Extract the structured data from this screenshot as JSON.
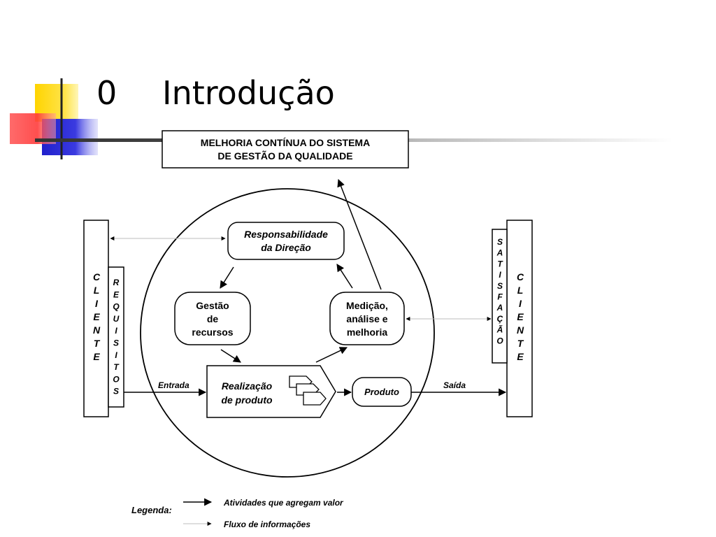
{
  "title": {
    "number": "0",
    "text": "Introdução"
  },
  "diagram": {
    "top_box": {
      "line1": "MELHORIA CONTÍNUA DO SISTEMA",
      "line2": "DE GESTÃO DA QUALIDADE"
    },
    "left_client": "CLIENTE",
    "requisitos": "REQUISITOS",
    "right_client": "CLIENTE",
    "satisfacao": "SATISFAÇÃO",
    "responsabilidade": {
      "line1": "Responsabilidade",
      "line2": "da Direção"
    },
    "gestao": {
      "line1": "Gestão",
      "line2": "de",
      "line3": "recursos"
    },
    "medicao": {
      "line1": "Medição,",
      "line2": "análise e",
      "line3": "melhoria"
    },
    "realizacao": {
      "line1": "Realização",
      "line2": "de produto"
    },
    "produto": "Produto",
    "entrada": "Entrada",
    "saida": "Saída"
  },
  "legend": {
    "label": "Legenda:",
    "value_activities": "Atividades que agregam valor",
    "information_flow": "Fluxo de informações"
  },
  "colors": {
    "yellow": "#ffd700",
    "red": "#ff3b3b",
    "blue": "#2d2dd6",
    "line": "#000000"
  }
}
